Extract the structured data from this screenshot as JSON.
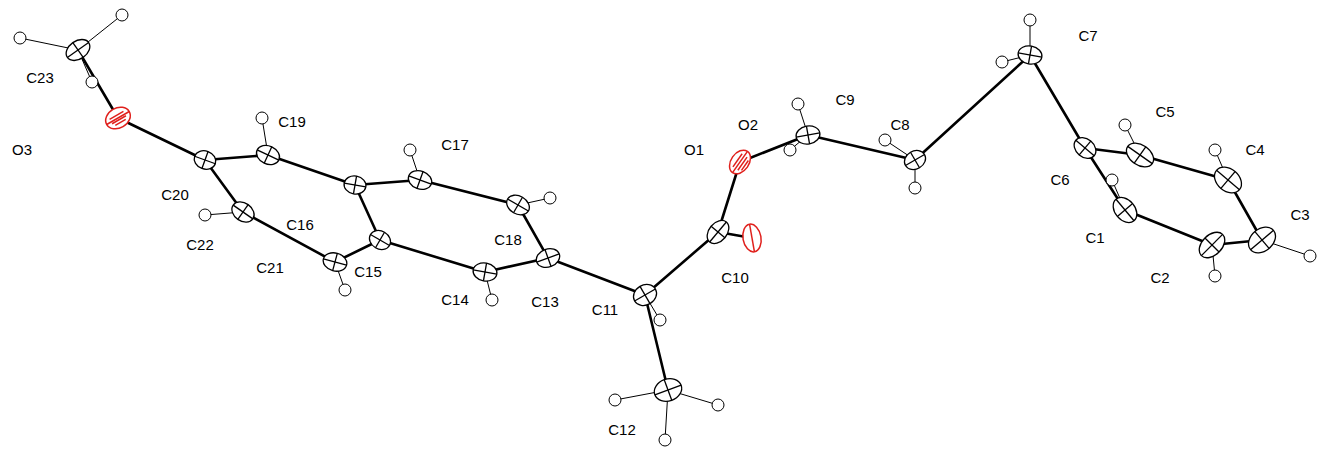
{
  "diagram": {
    "labels": [
      "C23",
      "O3",
      "C19",
      "C20",
      "C22",
      "C16",
      "C21",
      "C15",
      "C17",
      "C18",
      "C14",
      "C13",
      "C11",
      "C12",
      "O1",
      "O2",
      "C10",
      "C9",
      "C8",
      "C7",
      "C6",
      "C5",
      "C4",
      "C3",
      "C1",
      "C2"
    ]
  }
}
